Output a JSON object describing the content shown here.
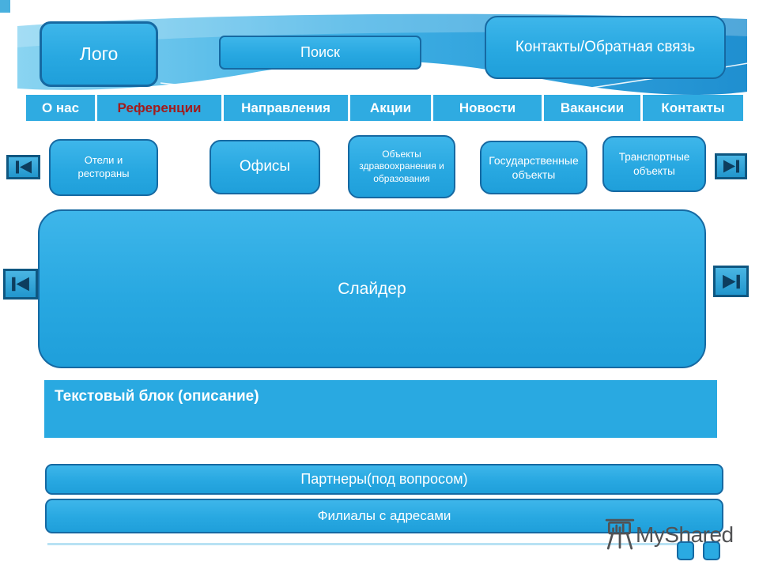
{
  "colors": {
    "accent_blue": "#2aade4",
    "border_blue": "#1669a2",
    "nav_blue": "#2fabe1",
    "active_nav_red": "#a21c1c",
    "watermark_gray": "#515254"
  },
  "header": {
    "logo_label": "Лого",
    "search_label": "Поиск",
    "contacts_label": "Контакты/Обратная связь"
  },
  "nav": {
    "items": [
      {
        "label": "О нас",
        "active": false
      },
      {
        "label": "Референции",
        "active": true
      },
      {
        "label": "Направления",
        "active": false
      },
      {
        "label": "Акции",
        "active": false
      },
      {
        "label": "Новости",
        "active": false
      },
      {
        "label": "Вакансии",
        "active": false
      },
      {
        "label": "Контакты",
        "active": false
      }
    ]
  },
  "categories": {
    "items": [
      {
        "label": "Отели и рестораны"
      },
      {
        "label": "Офисы"
      },
      {
        "label": "Объекты здравоохранения и образования"
      },
      {
        "label": "Государственные объекты"
      },
      {
        "label": "Транспортные объекты"
      }
    ]
  },
  "slider": {
    "label": "Слайдер"
  },
  "text_block": {
    "label": "Текстовый блок (описание)"
  },
  "partners": {
    "label": "Партнеры(под вопросом)"
  },
  "branches": {
    "label": "Филиалы с адресами"
  },
  "watermark": {
    "label": "MyShared"
  }
}
